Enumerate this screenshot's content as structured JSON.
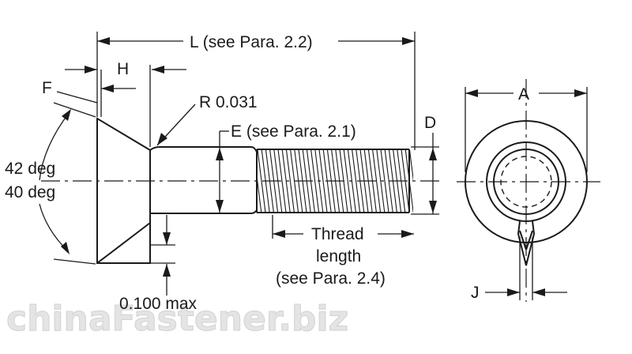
{
  "dimensions": {
    "length": "L (see Para. 2.2)",
    "head_height": "H",
    "flat": "F",
    "radius": "R 0.031",
    "body_dia": "E (see Para. 2.1)",
    "thread_dia": "D",
    "head_dia": "A",
    "slot_width": "J",
    "angle_upper": "42 deg",
    "angle_lower": "40 deg",
    "thread_length_1": "Thread",
    "thread_length_2": "length",
    "thread_length_3": "(see Para. 2.4)",
    "max_gap": "0.100 max"
  },
  "watermark": "chinaFastener.biz"
}
